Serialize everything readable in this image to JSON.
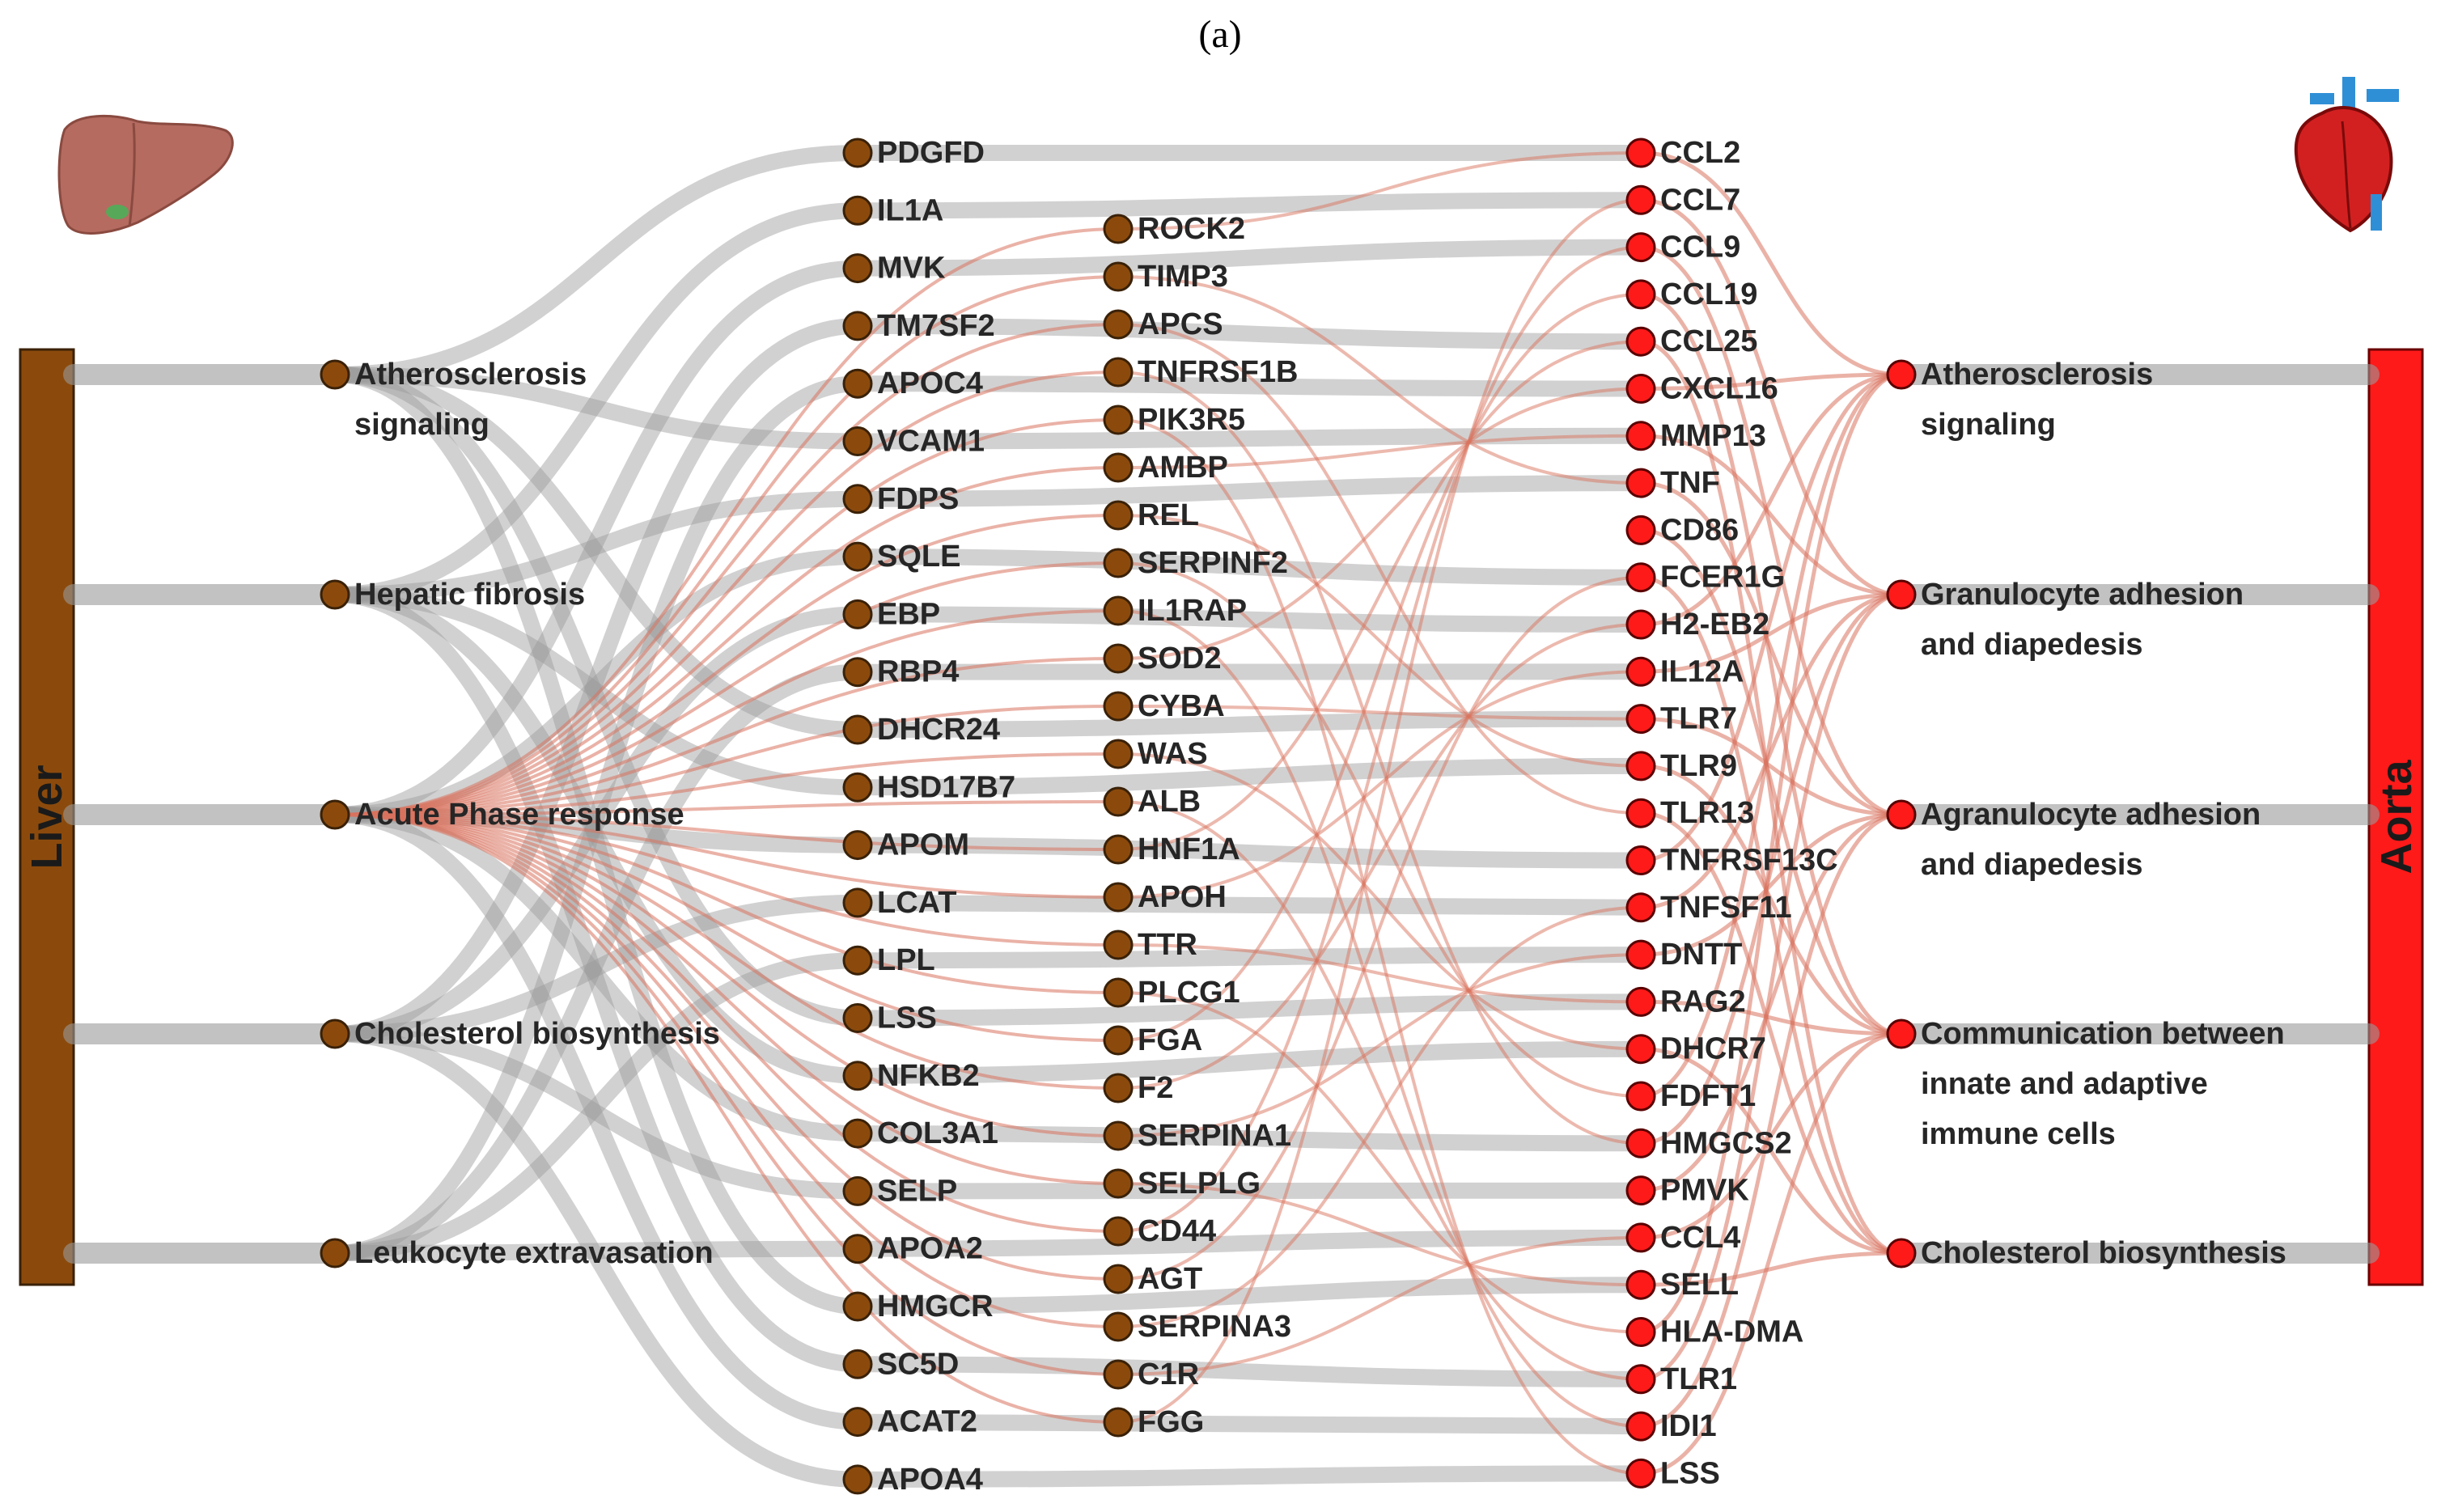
{
  "panel_label": "(a)",
  "source": {
    "label": "Liver",
    "color": "#8B4A0C"
  },
  "target": {
    "label": "Aorta",
    "color": "#FF1A1A"
  },
  "colors": {
    "node_brown": "#8B4A0C",
    "node_red": "#FF1A1A",
    "link_gray": "#9a9a9a",
    "link_red": "#D9735E"
  },
  "icons": {
    "left": "liver-icon",
    "right": "heart-icon"
  },
  "left_pathways": [
    [
      "Atherosclerosis",
      "signaling"
    ],
    [
      "Hepatic fibrosis"
    ],
    [
      "Acute Phase response"
    ],
    [
      "Cholesterol biosynthesis"
    ],
    [
      "Leukocyte extravasation"
    ]
  ],
  "gene_column_1": [
    "PDGFD",
    "IL1A",
    "MVK",
    "TM7SF2",
    "APOC4",
    "VCAM1",
    "FDPS",
    "SQLE",
    "EBP",
    "RBP4",
    "DHCR24",
    "HSD17B7",
    "APOM",
    "LCAT",
    "LPL",
    "LSS",
    "NFKB2",
    "COL3A1",
    "SELP",
    "APOA2",
    "HMGCR",
    "SC5D",
    "ACAT2",
    "APOA4"
  ],
  "gene_column_2": [
    "ROCK2",
    "TIMP3",
    "APCS",
    "TNFRSF1B",
    "PIK3R5",
    "AMBP",
    "REL",
    "SERPINF2",
    "IL1RAP",
    "SOD2",
    "CYBA",
    "WAS",
    "ALB",
    "HNF1A",
    "APOH",
    "TTR",
    "PLCG1",
    "FGA",
    "F2",
    "SERPINA1",
    "SELPLG",
    "CD44",
    "AGT",
    "SERPINA3",
    "C1R",
    "FGG"
  ],
  "gene_column_3": [
    "CCL2",
    "CCL7",
    "CCL9",
    "CCL19",
    "CCL25",
    "CXCL16",
    "MMP13",
    "TNF",
    "CD86",
    "FCER1G",
    "H2-EB2",
    "IL12A",
    "TLR7",
    "TLR9",
    "TLR13",
    "TNFRSF13C",
    "TNFSF11",
    "DNTT",
    "RAG2",
    "DHCR7",
    "FDFT1",
    "HMGCS2",
    "PMVK",
    "CCL4",
    "SELL",
    "HLA-DMA",
    "TLR1",
    "IDI1",
    "LSS"
  ],
  "right_pathways": [
    [
      "Atherosclerosis",
      "signaling"
    ],
    [
      "Granulocyte adhesion",
      "and diapedesis"
    ],
    [
      "Agranulocyte adhesion",
      "and diapedesis"
    ],
    [
      "Communication between",
      "innate and adaptive",
      "immune cells"
    ],
    [
      "Cholesterol biosynthesis"
    ]
  ]
}
